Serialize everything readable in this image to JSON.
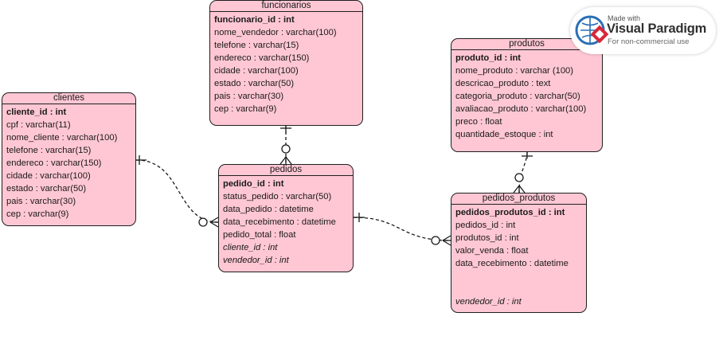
{
  "entities": {
    "funcionarios": {
      "name": "funcionarios",
      "attributes": [
        {
          "text": "funcionario_id : int",
          "kind": "pk"
        },
        {
          "text": "nome_vendedor : varchar(100)",
          "kind": "normal"
        },
        {
          "text": "telefone : varchar(15)",
          "kind": "normal"
        },
        {
          "text": "endereco : varchar(150)",
          "kind": "normal"
        },
        {
          "text": "cidade : varchar(100)",
          "kind": "normal"
        },
        {
          "text": "estado : varchar(50)",
          "kind": "normal"
        },
        {
          "text": "pais : varchar(30)",
          "kind": "normal"
        },
        {
          "text": "cep : varchar(9)",
          "kind": "normal"
        }
      ]
    },
    "clientes": {
      "name": "clientes",
      "attributes": [
        {
          "text": "cliente_id : int",
          "kind": "pk"
        },
        {
          "text": "cpf : varchar(11)",
          "kind": "normal"
        },
        {
          "text": "nome_cliente : varchar(100)",
          "kind": "normal"
        },
        {
          "text": "telefone : varchar(15)",
          "kind": "normal"
        },
        {
          "text": "endereco : varchar(150)",
          "kind": "normal"
        },
        {
          "text": "cidade : varchar(100)",
          "kind": "normal"
        },
        {
          "text": "estado : varchar(50)",
          "kind": "normal"
        },
        {
          "text": "pais : varchar(30)",
          "kind": "normal"
        },
        {
          "text": "cep : varchar(9)",
          "kind": "normal"
        }
      ]
    },
    "pedidos": {
      "name": "pedidos",
      "attributes": [
        {
          "text": "pedido_id : int",
          "kind": "pk"
        },
        {
          "text": "status_pedido : varchar(50)",
          "kind": "normal"
        },
        {
          "text": "data_pedido : datetime",
          "kind": "normal"
        },
        {
          "text": "data_recebimento : datetime",
          "kind": "normal"
        },
        {
          "text": "pedido_total : float",
          "kind": "normal"
        },
        {
          "text": "cliente_id : int",
          "kind": "fk"
        },
        {
          "text": "vendedor_id : int",
          "kind": "fk"
        }
      ]
    },
    "produtos": {
      "name": "produtos",
      "attributes": [
        {
          "text": "produto_id : int",
          "kind": "pk"
        },
        {
          "text": "nome_produto : varchar (100)",
          "kind": "normal"
        },
        {
          "text": "descricao_produto : text",
          "kind": "normal"
        },
        {
          "text": "categoria_produto : varchar(50)",
          "kind": "normal"
        },
        {
          "text": "avaliacao_produto : varchar(100)",
          "kind": "normal"
        },
        {
          "text": "preco : float",
          "kind": "normal"
        },
        {
          "text": "quantidade_estoque : int",
          "kind": "normal"
        }
      ]
    },
    "pedidos_produtos": {
      "name": "pedidos_produtos",
      "attributes": [
        {
          "text": "pedidos_produtos_id : int",
          "kind": "pk"
        },
        {
          "text": "pedidos_id : int",
          "kind": "normal"
        },
        {
          "text": "produtos_id : int",
          "kind": "normal"
        },
        {
          "text": "valor_venda : float",
          "kind": "normal"
        },
        {
          "text": "data_recebimento : datetime",
          "kind": "normal"
        },
        {
          "text": "",
          "kind": "spacer"
        },
        {
          "text": "vendedor_id : int",
          "kind": "fk"
        }
      ]
    }
  },
  "relationships": [
    {
      "from": "funcionarios",
      "to": "pedidos",
      "from_end": "one",
      "to_end": "zero-or-many"
    },
    {
      "from": "clientes",
      "to": "pedidos",
      "from_end": "one",
      "to_end": "zero-or-many"
    },
    {
      "from": "pedidos",
      "to": "pedidos_produtos",
      "from_end": "one",
      "to_end": "zero-or-many"
    },
    {
      "from": "produtos",
      "to": "pedidos_produtos",
      "from_end": "one",
      "to_end": "zero-or-many"
    }
  ],
  "watermark": {
    "made_with": "Made with",
    "brand": "Visual Paradigm",
    "subtitle": "For non-commercial use"
  },
  "colors": {
    "entity_fill": "#ffc7d4",
    "border": "#1f1f1f",
    "line": "#1a1a1a",
    "logo_blue": "#2a6fb5",
    "logo_red": "#d9263a"
  }
}
